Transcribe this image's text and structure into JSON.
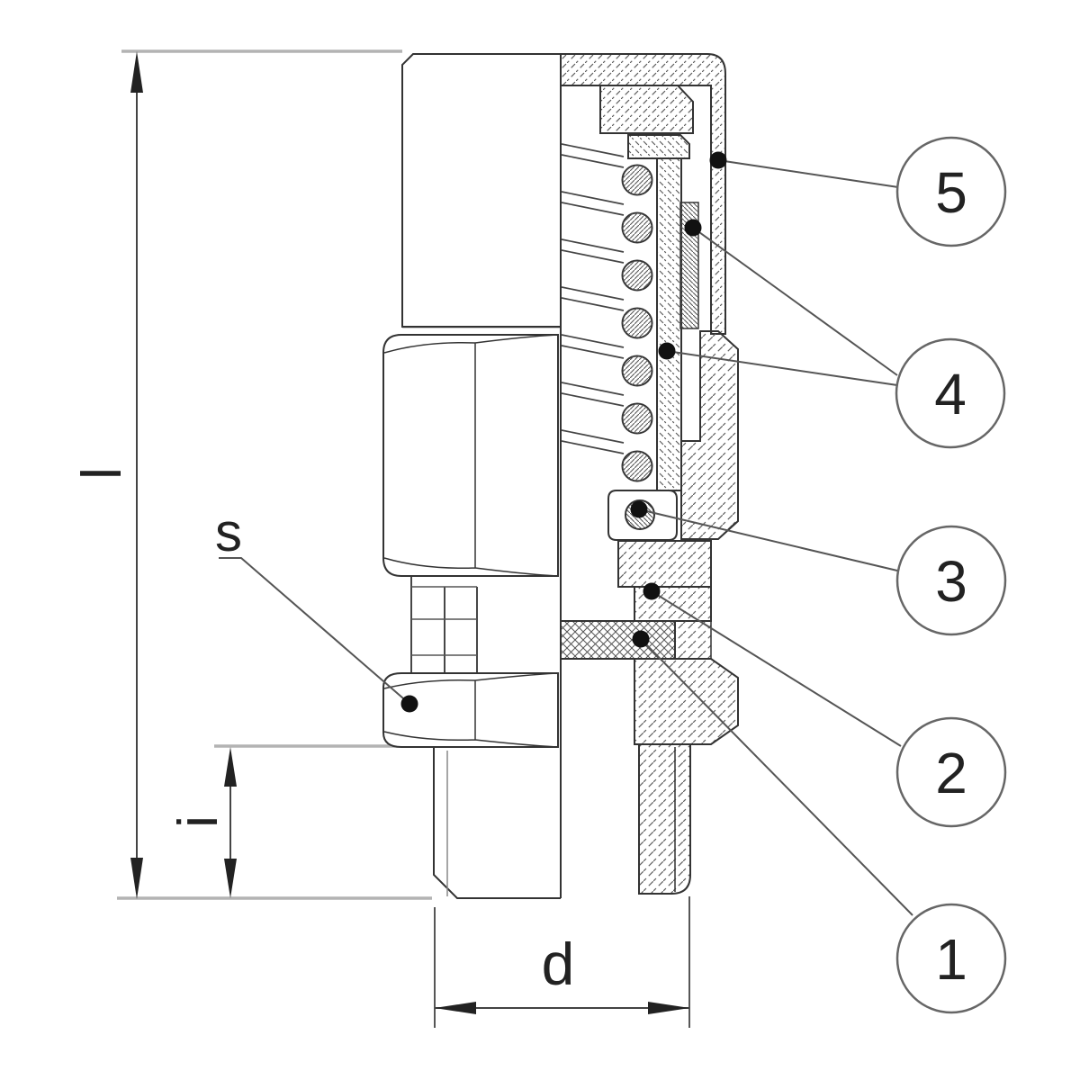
{
  "drawing": {
    "kind": "sectional technical drawing of a spring-loaded threaded valve",
    "dimension_labels": {
      "overall_length": "l",
      "wrench_size": "s",
      "thread_length": "i",
      "thread_diameter": "d"
    },
    "callouts": [
      {
        "label": "5"
      },
      {
        "label": "4"
      },
      {
        "label": "3"
      },
      {
        "label": "2"
      },
      {
        "label": "1"
      }
    ],
    "colors": {
      "outline": "#333333",
      "hatch": "#5f5f5f",
      "extension_line": "#b3b3b3",
      "leader": "#555555",
      "label_text": "#222222",
      "background": "#ffffff"
    }
  }
}
